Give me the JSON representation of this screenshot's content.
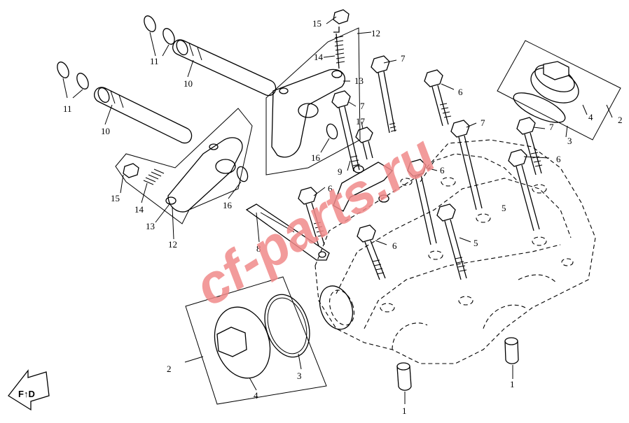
{
  "watermark": "cf-parts.ru",
  "fwd_label": "F↑D",
  "callouts": [
    {
      "id": "c15a",
      "text": "15"
    },
    {
      "id": "c12a",
      "text": "12"
    },
    {
      "id": "c14a",
      "text": "14"
    },
    {
      "id": "c13a",
      "text": "13"
    },
    {
      "id": "c11a",
      "text": "11"
    },
    {
      "id": "c10a",
      "text": "10"
    },
    {
      "id": "c11b",
      "text": "11"
    },
    {
      "id": "c10b",
      "text": "10"
    },
    {
      "id": "c7a",
      "text": "7"
    },
    {
      "id": "c6a",
      "text": "6"
    },
    {
      "id": "c7b",
      "text": "7"
    },
    {
      "id": "c17",
      "text": "17"
    },
    {
      "id": "c16a",
      "text": "16"
    },
    {
      "id": "c9",
      "text": "9"
    },
    {
      "id": "c7c",
      "text": "7"
    },
    {
      "id": "c7d",
      "text": "7"
    },
    {
      "id": "c6b",
      "text": "6"
    },
    {
      "id": "c5a",
      "text": "5"
    },
    {
      "id": "c4a",
      "text": "4"
    },
    {
      "id": "c2a",
      "text": "2"
    },
    {
      "id": "c3a",
      "text": "3"
    },
    {
      "id": "c6c",
      "text": "6"
    },
    {
      "id": "c15b",
      "text": "15"
    },
    {
      "id": "c14b",
      "text": "14"
    },
    {
      "id": "c13b",
      "text": "13"
    },
    {
      "id": "c16b",
      "text": "16"
    },
    {
      "id": "c12b",
      "text": "12"
    },
    {
      "id": "c8",
      "text": "8"
    },
    {
      "id": "c6d",
      "text": "6"
    },
    {
      "id": "c5b",
      "text": "5"
    },
    {
      "id": "c6e",
      "text": "6"
    },
    {
      "id": "c2b",
      "text": "2"
    },
    {
      "id": "c4b",
      "text": "4"
    },
    {
      "id": "c3b",
      "text": "3"
    },
    {
      "id": "c1a",
      "text": "1"
    },
    {
      "id": "c1b",
      "text": "1"
    }
  ]
}
